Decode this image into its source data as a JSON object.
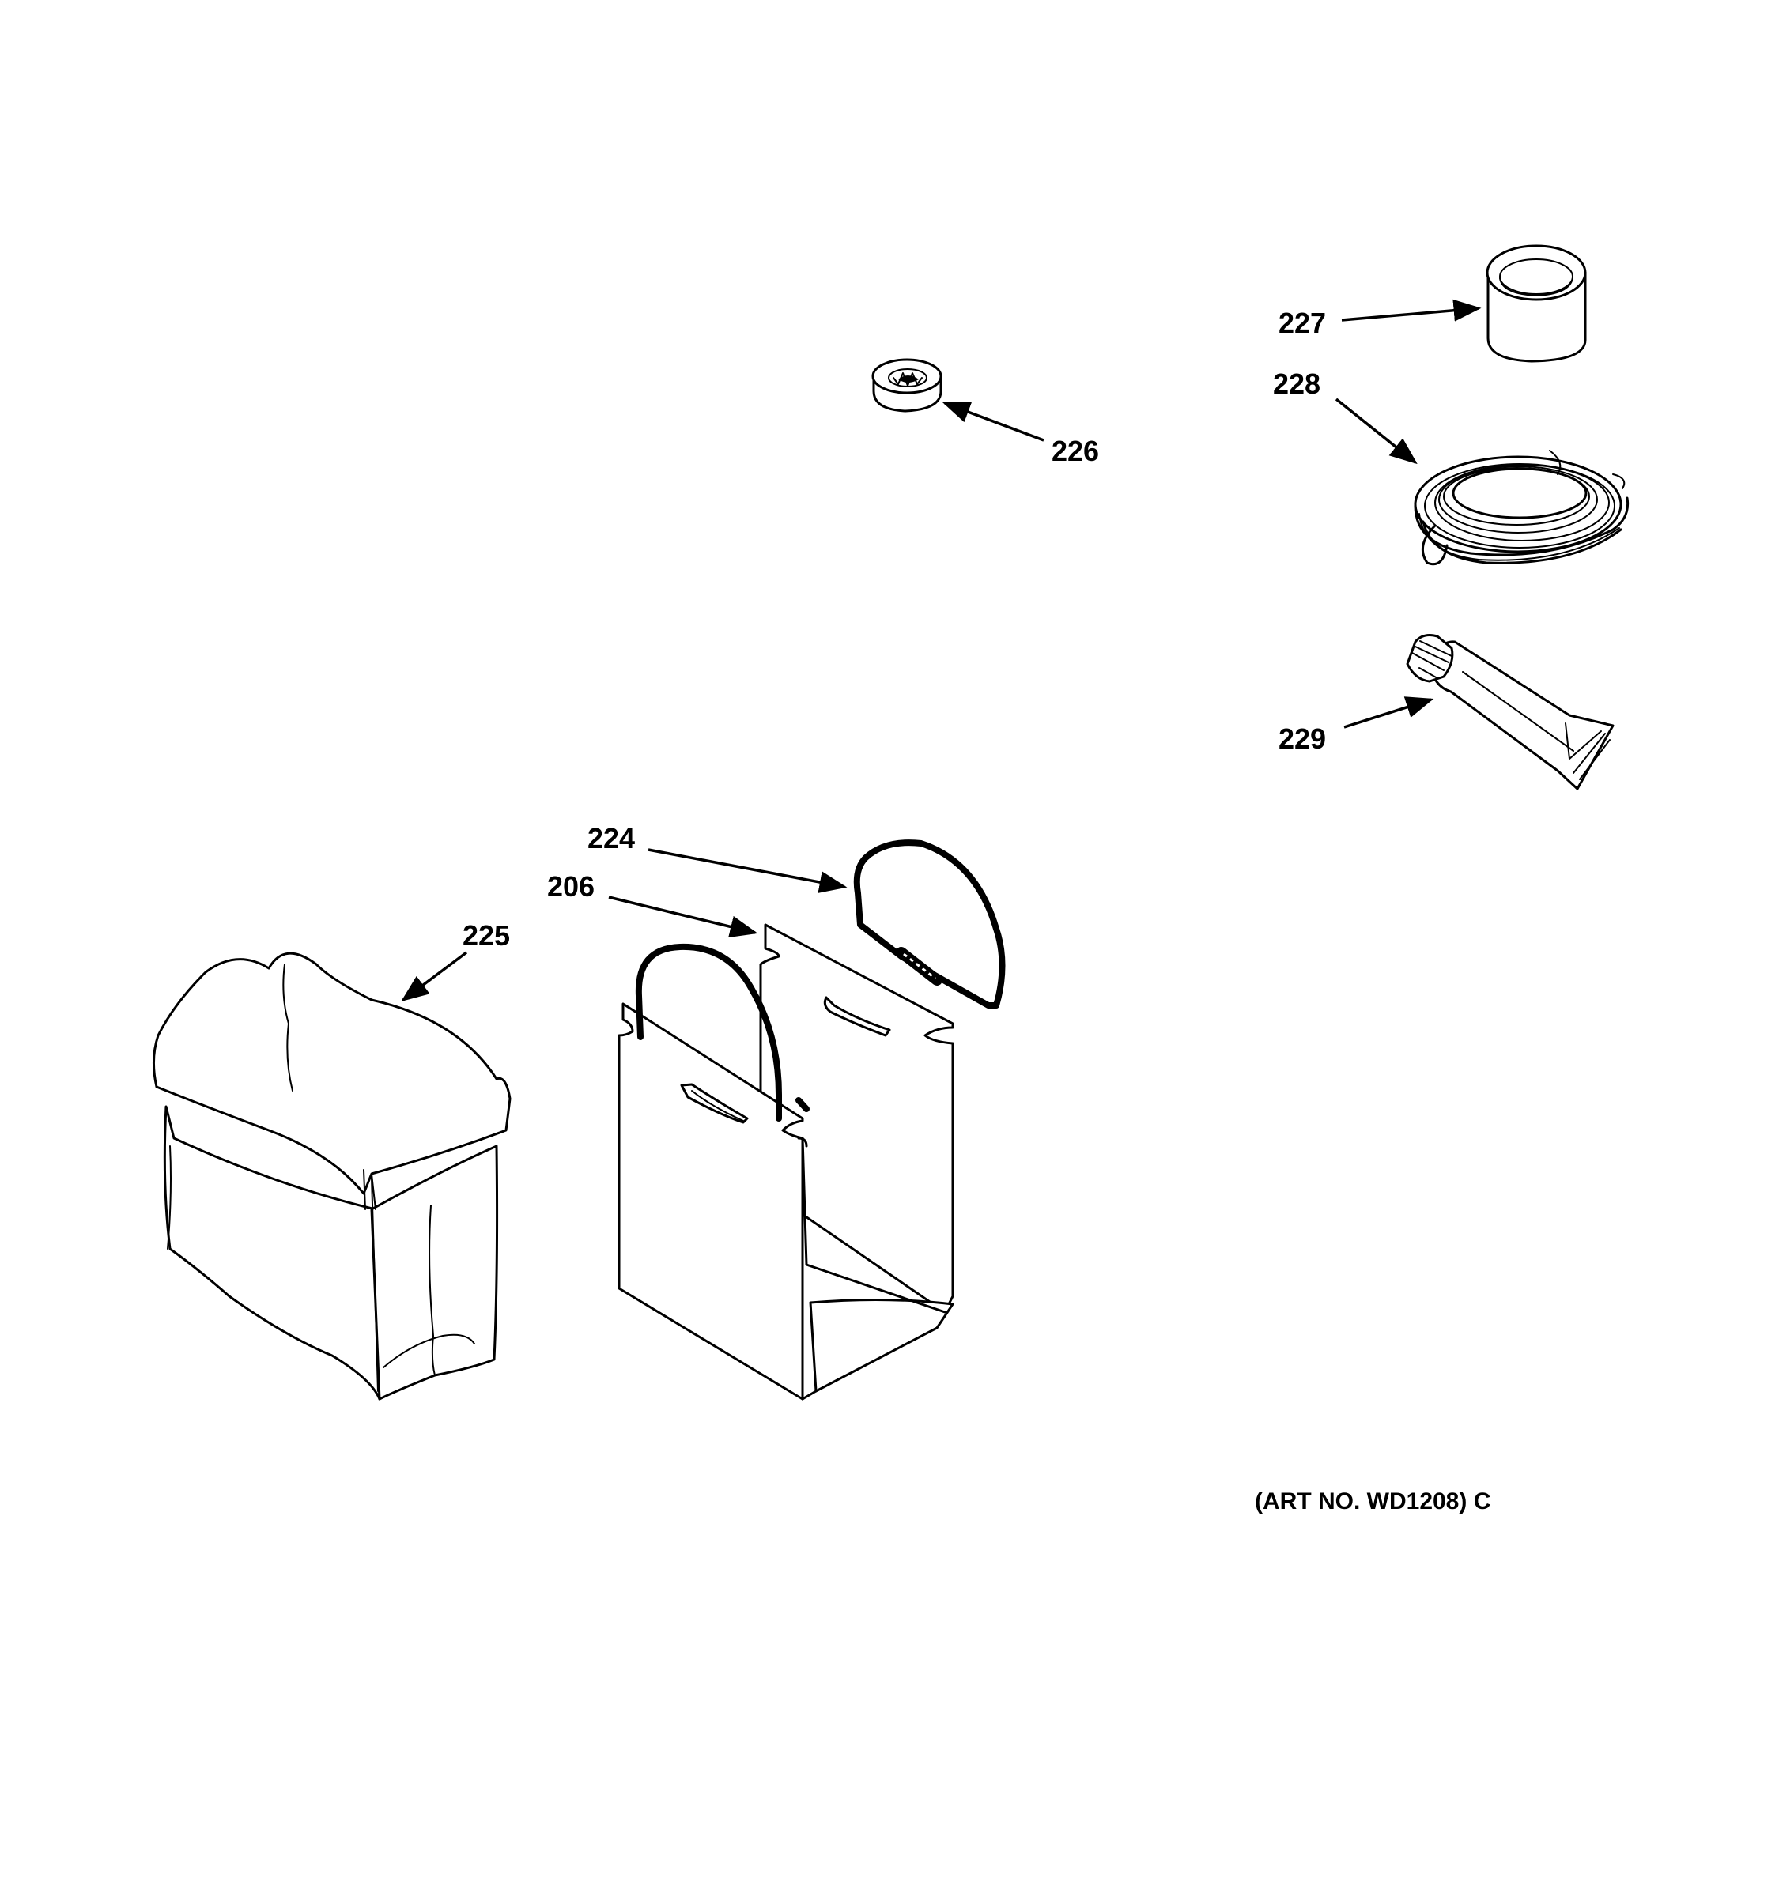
{
  "diagram": {
    "callouts": {
      "c206": "206",
      "c224": "224",
      "c225": "225",
      "c226": "226",
      "c227": "227",
      "c228": "228",
      "c229": "229"
    },
    "art_number": "(ART NO. WD1208) C"
  }
}
